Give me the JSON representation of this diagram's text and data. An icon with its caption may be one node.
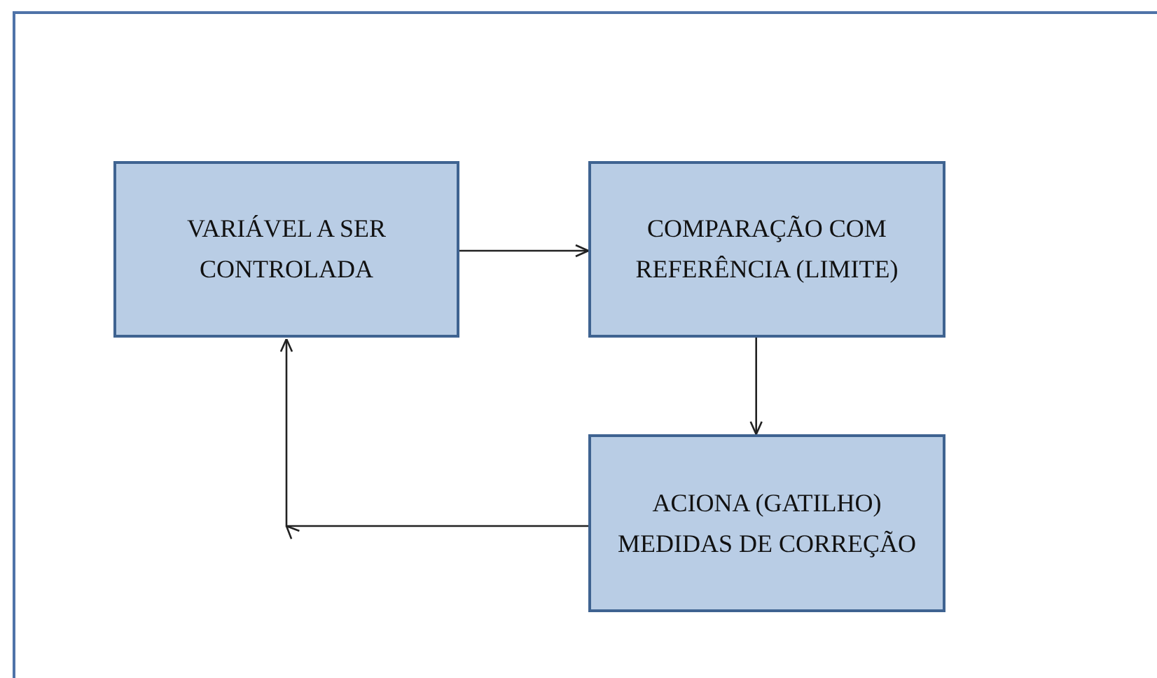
{
  "diagram": {
    "nodes": [
      {
        "text": [
          "VARIÁVEL A SER CONTROLADA"
        ]
      },
      {
        "text": [
          "COMPARAÇÃO COM REFERÊNCIA (LIMITE)"
        ]
      },
      {
        "text": [
          "ACIONA (GATILHO) MEDIDAS DE CORREÇÃO"
        ]
      }
    ],
    "edges": [
      {
        "from": 0,
        "to": 1,
        "arrow": "to"
      },
      {
        "from": 1,
        "to": 2,
        "arrow": "to"
      },
      {
        "from": 2,
        "to": 0,
        "arrow": "to"
      }
    ]
  }
}
